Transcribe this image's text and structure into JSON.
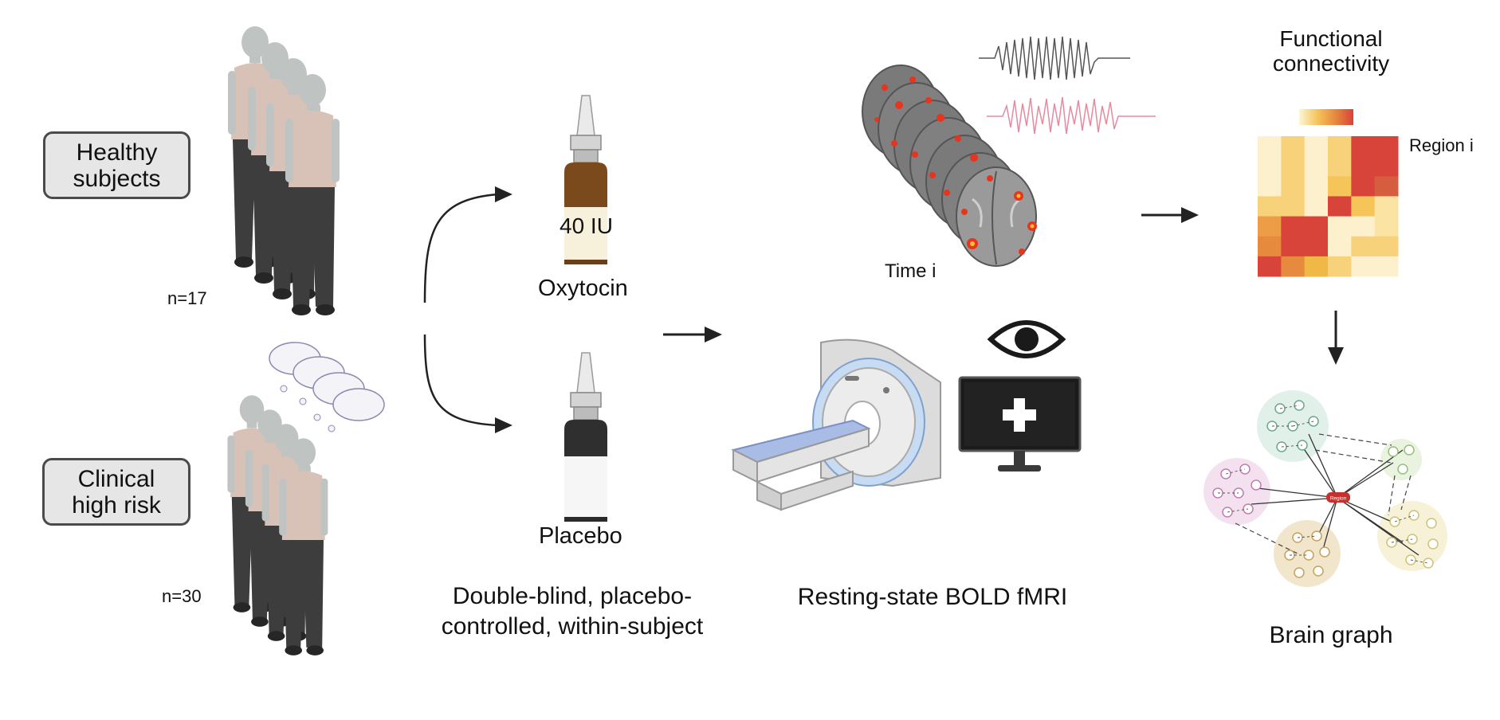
{
  "groups": {
    "healthy_label": "Healthy\nsubjects",
    "healthy_n": "n=17",
    "clinical_label": "Clinical\nhigh risk",
    "clinical_n": "n=30"
  },
  "treatment": {
    "oxytocin_dose": "40 IU",
    "oxytocin_label": "Oxytocin",
    "placebo_label": "Placebo",
    "design_caption": "Double-blind, placebo-\ncontrolled, within-subject"
  },
  "imaging": {
    "time_label": "Time i",
    "caption": "Resting-state BOLD fMRI"
  },
  "connectivity": {
    "title": "Functional\nconnectivity",
    "region_label": "Region i",
    "matrix": [
      [
        "#fdf0cc",
        "#f8d27a",
        "#fdf0cc",
        "#f8d27a",
        "#d8433a",
        "#d8433a"
      ],
      [
        "#fdf0cc",
        "#f8d27a",
        "#fdf0cc",
        "#f8d27a",
        "#d8433a",
        "#d8433a"
      ],
      [
        "#fdf0cc",
        "#f8d27a",
        "#fdf0cc",
        "#f5c55a",
        "#d8433a",
        "#d65e3e"
      ],
      [
        "#f8d27a",
        "#f8d27a",
        "#fdf0cc",
        "#d8433a",
        "#f5c55a",
        "#fbe3a4"
      ],
      [
        "#ec9d45",
        "#d8433a",
        "#d8433a",
        "#fdf0cc",
        "#fdf0cc",
        "#fbe3a4"
      ],
      [
        "#e68a3e",
        "#d8433a",
        "#d8433a",
        "#fdf0cc",
        "#f8d27a",
        "#f8d27a"
      ],
      [
        "#d8433a",
        "#e68a3e",
        "#f0b845",
        "#f8d27a",
        "#fdf0cc",
        "#fdf0cc"
      ]
    ]
  },
  "graph": {
    "hub_label": "Region",
    "caption": "Brain graph"
  },
  "colors": {
    "accent_red": "#d8433a",
    "body_gray": "#3d3d3d",
    "shirt": "#d8c2b8",
    "skin": "#bfc4c2"
  }
}
